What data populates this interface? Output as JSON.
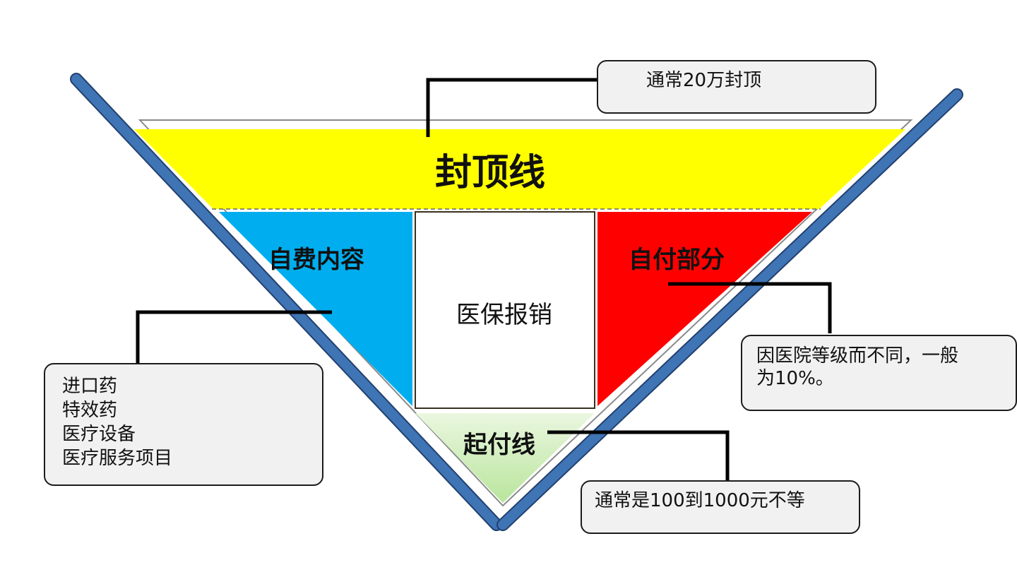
{
  "title_cap": "封顶线",
  "regions": {
    "self_pay_content": {
      "label": "自费内容",
      "color": "#00aeef"
    },
    "insurance_reimbursement": {
      "label": "医保报销",
      "color": "#ffffff"
    },
    "self_pay_part": {
      "label": "自付部分",
      "color": "#ff0000"
    },
    "deductible": {
      "label": "起付线",
      "color": "#c8eab0"
    },
    "cap_band": {
      "color": "#ffff00"
    },
    "funnel_side": {
      "color": "#3f74b5"
    }
  },
  "callouts": {
    "cap_note": "通常20万封顶",
    "self_pay_items": [
      "进口药",
      "特效药",
      "医疗设备",
      "医疗服务项目"
    ],
    "ratio_note": [
      "因医院等级而不同，一般",
      "为10%。"
    ],
    "deductible_note": "通常是100到1000元不等"
  }
}
